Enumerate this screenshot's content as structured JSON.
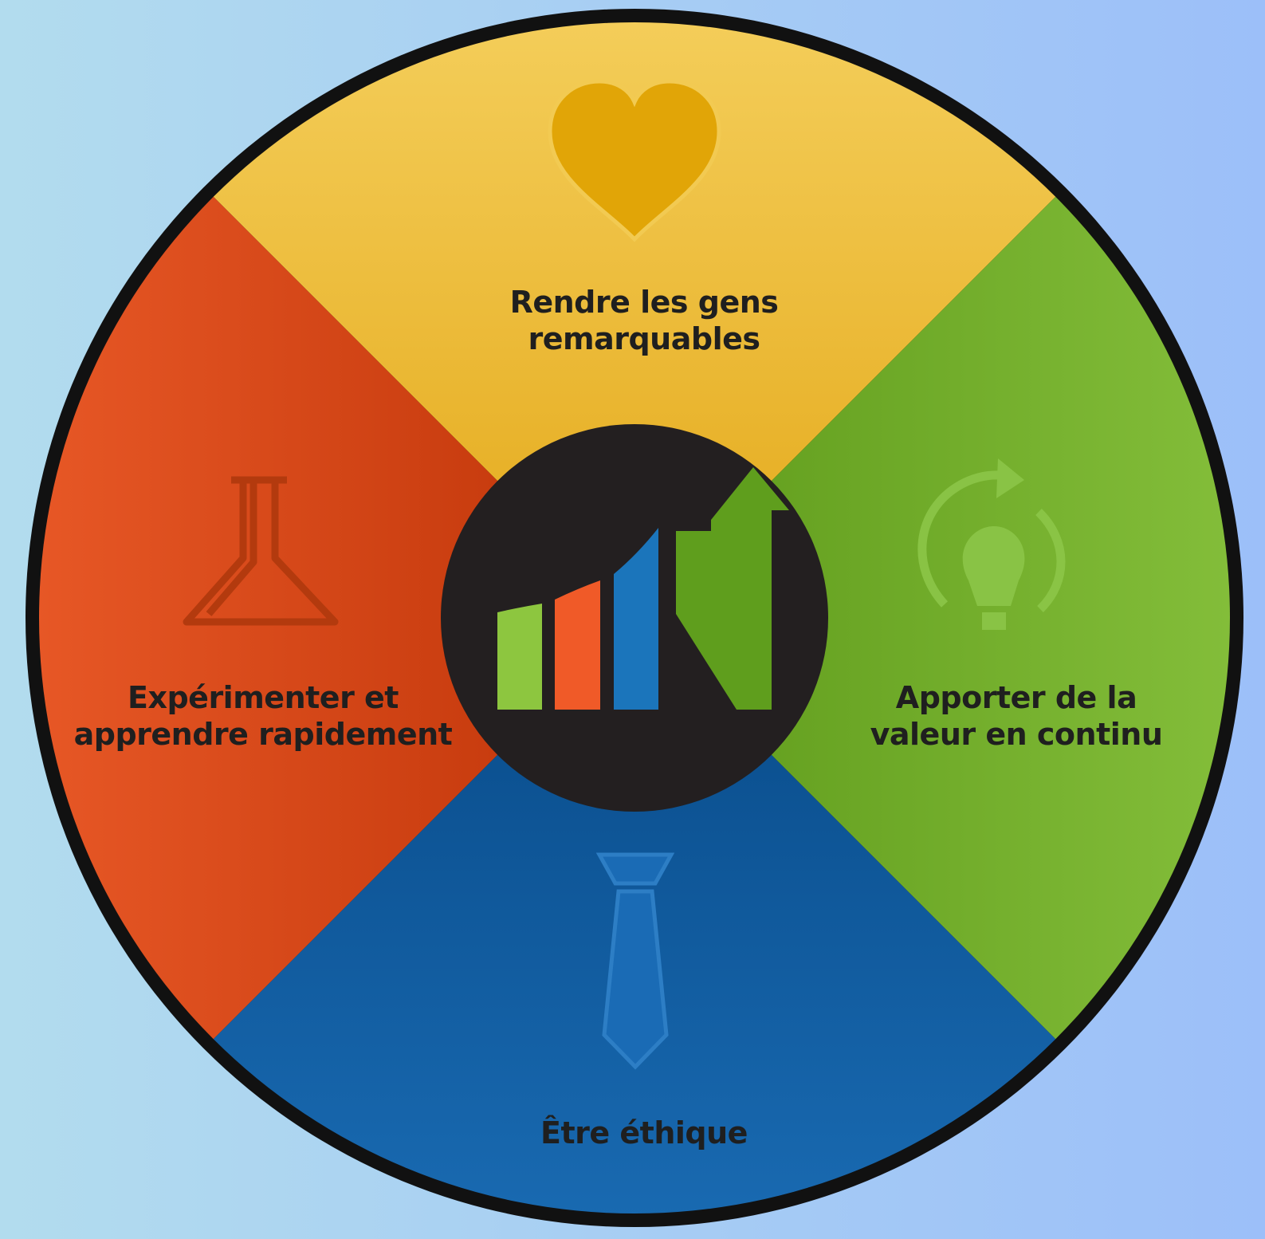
{
  "diagram": {
    "center_logo": "bar-chart-n-logo",
    "colors": {
      "background_left": "#b2dcee",
      "background_right": "#9cbff9",
      "ring": "#111111",
      "top": "#f2c23e",
      "left": "#d8461a",
      "right": "#74b02e",
      "bottom": "#0f5b9e",
      "hub": "#231f20"
    },
    "quadrants": {
      "top": {
        "icon": "heart-icon",
        "lines": [
          "Rendre les gens",
          "remarquables"
        ]
      },
      "left": {
        "icon": "flask-icon",
        "lines": [
          "Expérimenter et",
          "apprendre rapidement"
        ]
      },
      "right": {
        "icon": "lightbulb-cycle-icon",
        "lines": [
          "Apporter de la",
          "valeur en continu"
        ]
      },
      "bottom": {
        "icon": "necktie-icon",
        "lines": [
          "Être éthique"
        ]
      }
    }
  }
}
